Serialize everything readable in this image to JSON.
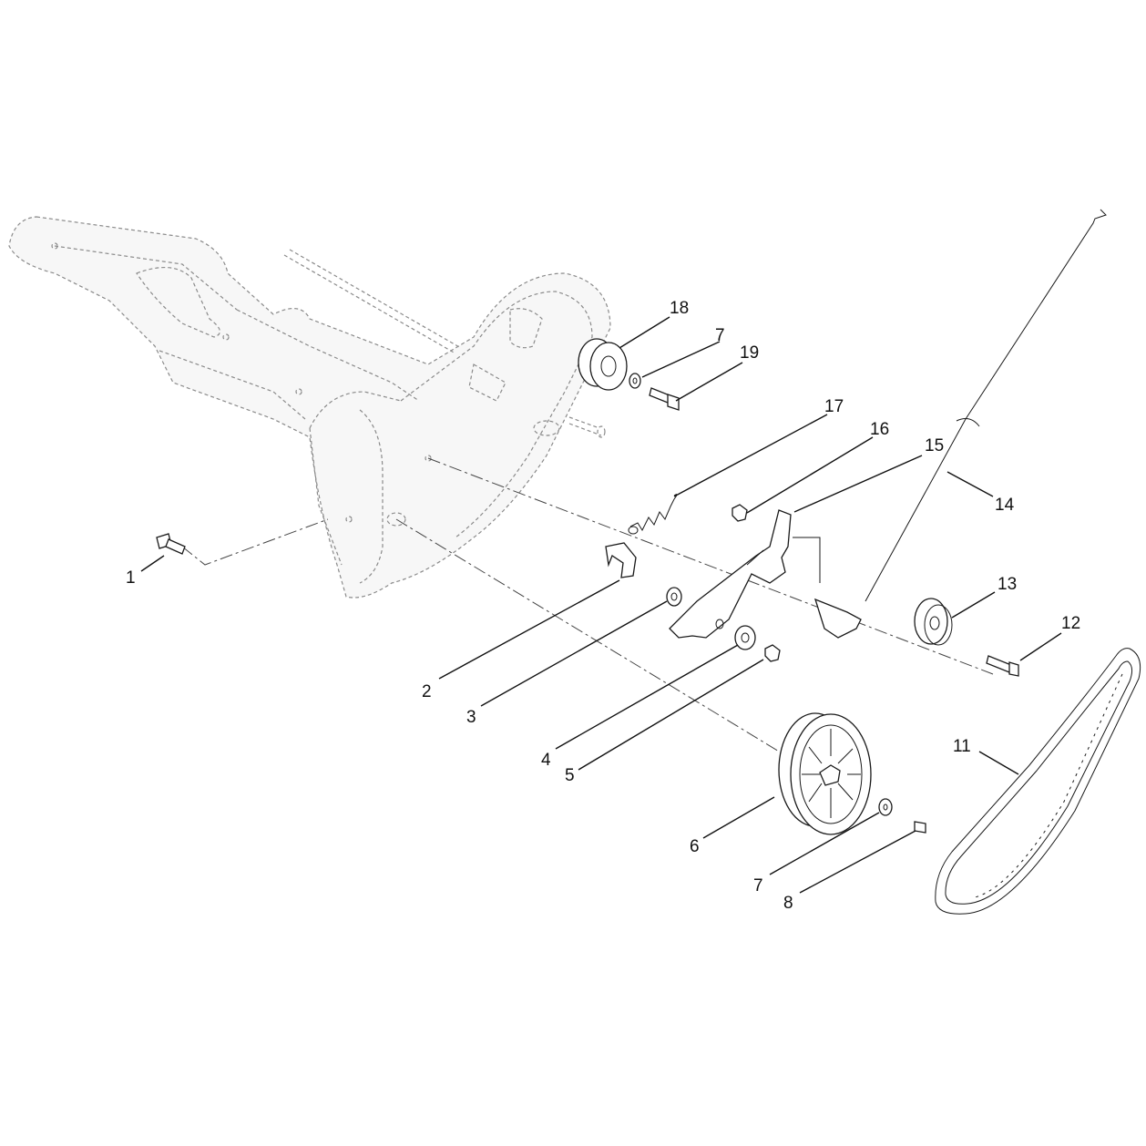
{
  "diagram": {
    "callouts": [
      {
        "id": "1",
        "text": "1"
      },
      {
        "id": "2",
        "text": "2"
      },
      {
        "id": "3",
        "text": "3"
      },
      {
        "id": "4",
        "text": "4"
      },
      {
        "id": "5",
        "text": "5"
      },
      {
        "id": "6",
        "text": "6"
      },
      {
        "id": "7a",
        "text": "7"
      },
      {
        "id": "7b",
        "text": "7"
      },
      {
        "id": "8",
        "text": "8"
      },
      {
        "id": "11",
        "text": "11"
      },
      {
        "id": "12",
        "text": "12"
      },
      {
        "id": "13",
        "text": "13"
      },
      {
        "id": "14",
        "text": "14"
      },
      {
        "id": "15",
        "text": "15"
      },
      {
        "id": "16",
        "text": "16"
      },
      {
        "id": "17",
        "text": "17"
      },
      {
        "id": "18",
        "text": "18"
      },
      {
        "id": "19",
        "text": "19"
      }
    ]
  }
}
